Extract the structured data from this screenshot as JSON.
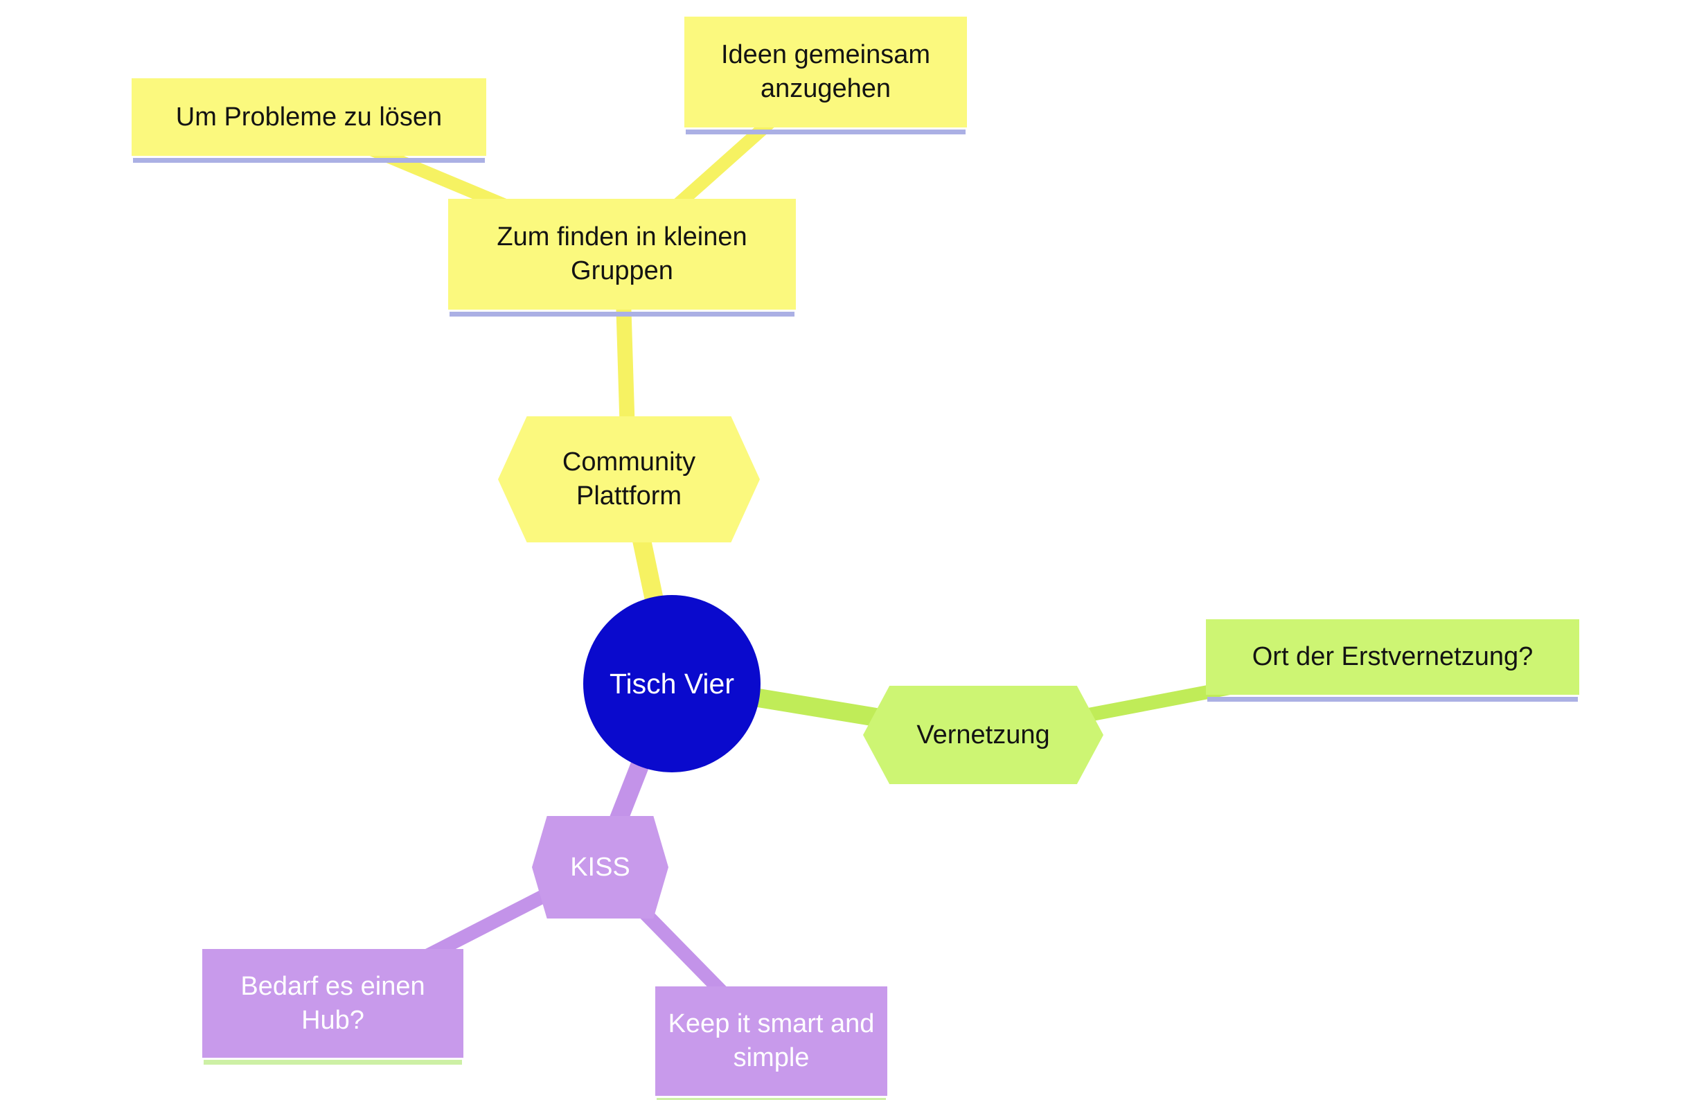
{
  "diagram": {
    "type": "mindmap",
    "root_label": "Tisch Vier"
  },
  "colors": {
    "node_yellow": "#fbf97e",
    "node_green": "#cdf573",
    "node_purple": "#c89aeb",
    "center_blue": "#0a0acd",
    "line_yellow": "#f6f262",
    "line_green": "#c0ec58",
    "line_purple": "#c393e9",
    "underline_lavender": "#abb0e4",
    "underline_light_green": "#cdf0a5",
    "text_dark": "#131313",
    "text_light": "#ffffff"
  },
  "nodes": {
    "tisch_vier": {
      "label": "Tisch Vier",
      "shape": "circle",
      "branch": "center"
    },
    "community": {
      "label": "Community Plattform",
      "shape": "hexagon",
      "branch": "yellow"
    },
    "zum_finden": {
      "label": "Zum finden in kleinen Gruppen",
      "shape": "rect",
      "branch": "yellow"
    },
    "um_probleme": {
      "label": "Um Probleme zu lösen",
      "shape": "rect",
      "branch": "yellow"
    },
    "ideen": {
      "label": "Ideen gemeinsam anzugehen",
      "shape": "rect",
      "branch": "yellow"
    },
    "vernetzung": {
      "label": "Vernetzung",
      "shape": "hexagon",
      "branch": "green"
    },
    "ort": {
      "label": "Ort der Erstvernetzung?",
      "shape": "rect",
      "branch": "green"
    },
    "kiss": {
      "label": "KISS",
      "shape": "hexagon",
      "branch": "purple"
    },
    "bedarf": {
      "label": "Bedarf es einen Hub?",
      "shape": "rect",
      "branch": "purple"
    },
    "keep": {
      "label": "Keep it smart and simple",
      "shape": "rect",
      "branch": "purple"
    }
  },
  "edges": [
    {
      "from": "tisch_vier",
      "to": "community",
      "color": "line_yellow"
    },
    {
      "from": "community",
      "to": "zum_finden",
      "color": "line_yellow"
    },
    {
      "from": "zum_finden",
      "to": "um_probleme",
      "color": "line_yellow"
    },
    {
      "from": "zum_finden",
      "to": "ideen",
      "color": "line_yellow"
    },
    {
      "from": "tisch_vier",
      "to": "vernetzung",
      "color": "line_green"
    },
    {
      "from": "vernetzung",
      "to": "ort",
      "color": "line_green"
    },
    {
      "from": "tisch_vier",
      "to": "kiss",
      "color": "line_purple"
    },
    {
      "from": "kiss",
      "to": "bedarf",
      "color": "line_purple"
    },
    {
      "from": "kiss",
      "to": "keep",
      "color": "line_purple"
    }
  ]
}
